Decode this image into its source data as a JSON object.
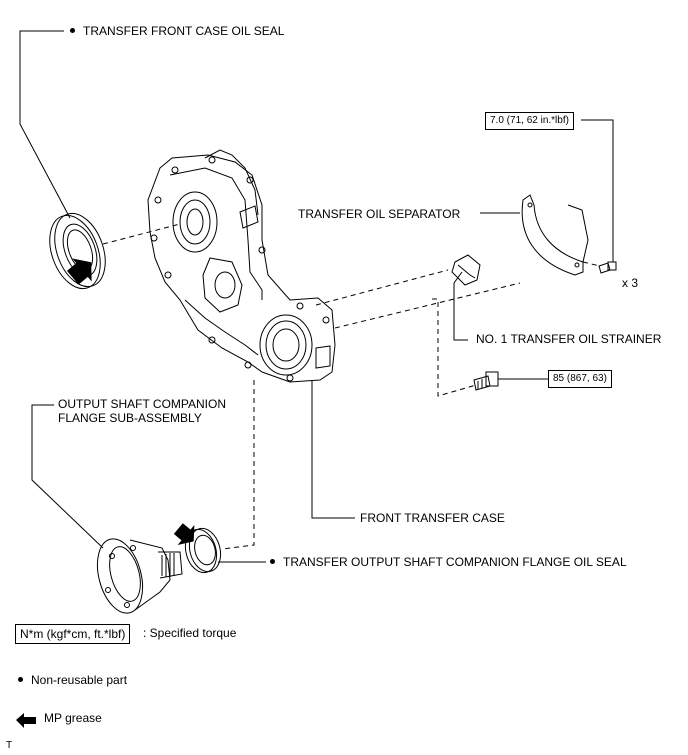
{
  "labels": {
    "front_case_oil_seal": "TRANSFER FRONT CASE OIL SEAL",
    "oil_separator": "TRANSFER OIL SEPARATOR",
    "oil_strainer": "NO. 1 TRANSFER OIL STRAINER",
    "companion_flange_line1": "OUTPUT SHAFT COMPANION",
    "companion_flange_line2": "FLANGE SUB-ASSEMBLY",
    "front_transfer_case": "FRONT TRANSFER CASE",
    "companion_flange_oil_seal": "TRANSFER OUTPUT SHAFT COMPANION FLANGE OIL SEAL",
    "quantity": "x 3"
  },
  "torques": {
    "separator_bolt": "7.0 (71, 62 in.*lbf)",
    "case_bolt": "85 (867, 63)"
  },
  "legend": {
    "torque_unit": "N*m (kgf*cm, ft.*lbf)",
    "torque_desc": ": Specified torque",
    "non_reusable": "Non-reusable part",
    "grease": "MP grease",
    "corner_mark": "T"
  }
}
